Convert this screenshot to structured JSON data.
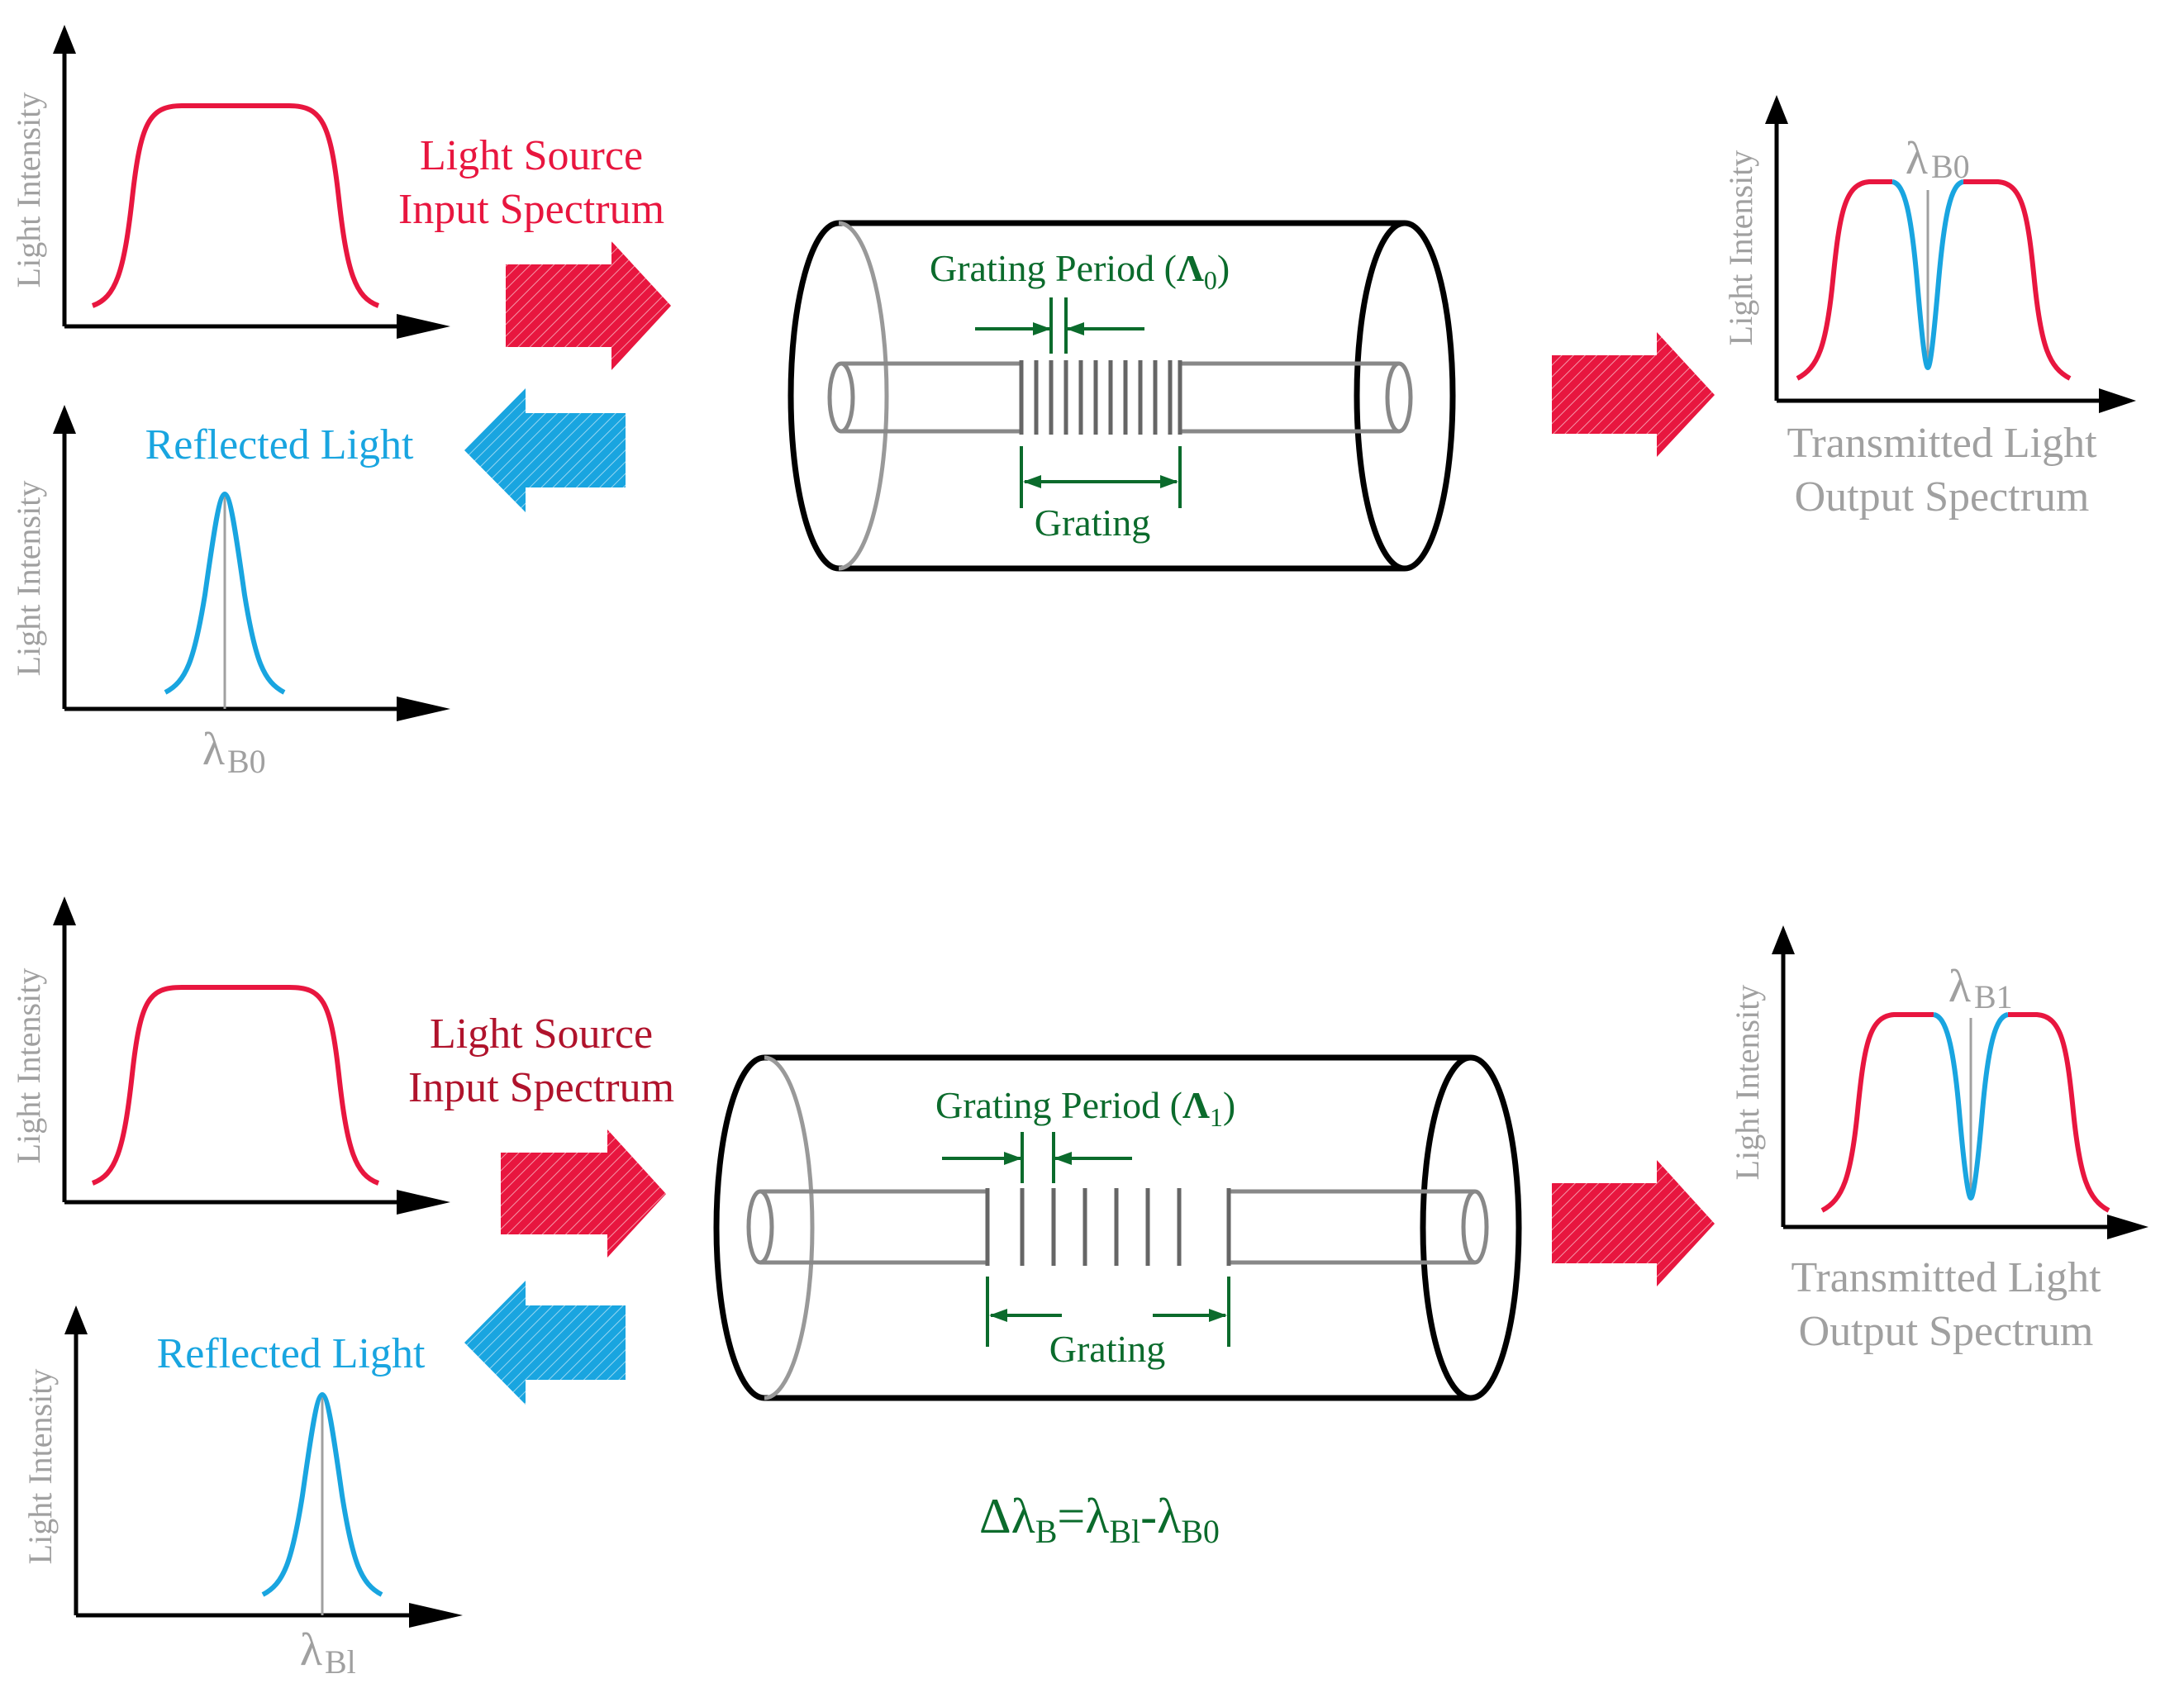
{
  "colors": {
    "source": "#e8163f",
    "reflected": "#19a5e0",
    "green": "#0b6b2c",
    "gray": "#a0a0a0",
    "dark_source_label": "#b0132c",
    "black": "#000000"
  },
  "labels": {
    "light_intensity": "Light Intensity",
    "light_source_1": "Light Source",
    "light_source_2": "Input Spectrum",
    "reflected_light": "Reflected Light",
    "transmitted_1": "Transmitted Light",
    "transmitted_2": "Output Spectrum",
    "grating": "Grating",
    "grating_period_prefix": "Grating Period (",
    "grating_period_suffix": ")",
    "lambda": "λ",
    "cap_lambda": "Λ",
    "sub_b0": "B0",
    "sub_b1": "B1",
    "sub_0": "0",
    "sub_1": "1"
  },
  "equation": {
    "delta_lambda": "Δλ",
    "sub_b": "B",
    "eq_lambda1": "=λ",
    "sub_b1": "Bl",
    "minus_lambda0": "-λ",
    "sub_b0": "B0"
  },
  "panels": [
    {
      "id": "initial",
      "period_sub": "0",
      "reflected_sub": "B0",
      "transmitted_sub": "B0"
    },
    {
      "id": "shifted",
      "period_sub": "1",
      "reflected_sub": "Bl",
      "transmitted_sub": "B1"
    }
  ]
}
